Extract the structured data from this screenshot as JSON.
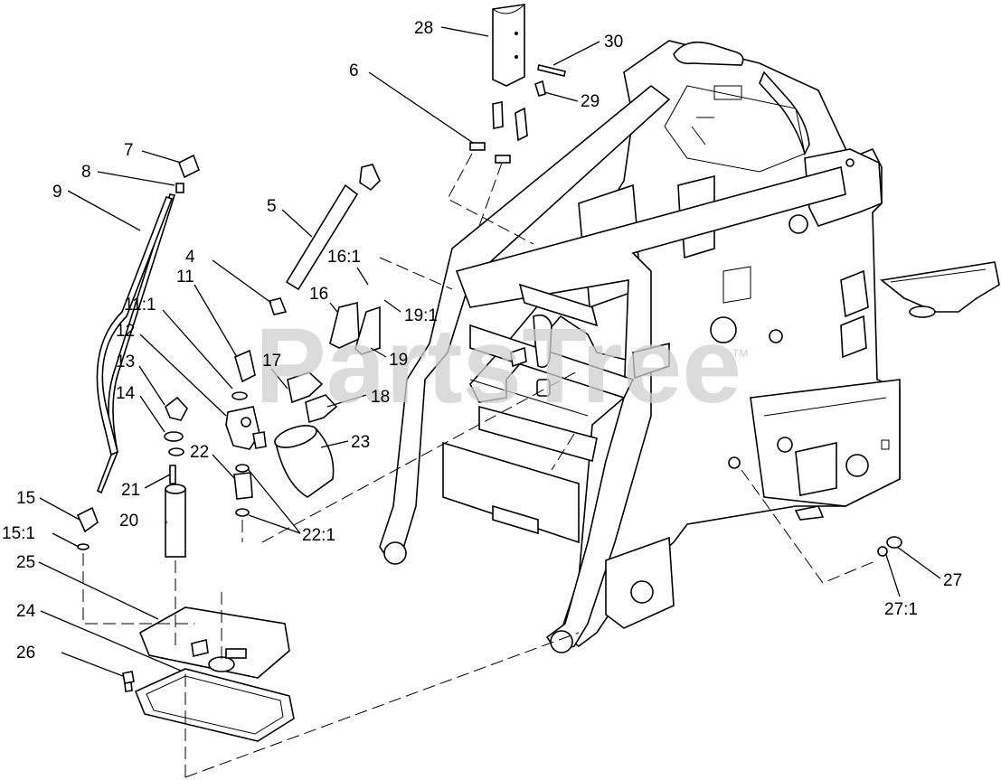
{
  "watermark": {
    "text": "PartsTree",
    "mark": "TM"
  },
  "callouts": [
    {
      "id": "28",
      "label": "28"
    },
    {
      "id": "30",
      "label": "30"
    },
    {
      "id": "6",
      "label": "6"
    },
    {
      "id": "29",
      "label": "29"
    },
    {
      "id": "7",
      "label": "7"
    },
    {
      "id": "8",
      "label": "8"
    },
    {
      "id": "9",
      "label": "9"
    },
    {
      "id": "5",
      "label": "5"
    },
    {
      "id": "4",
      "label": "4"
    },
    {
      "id": "16-1",
      "label": "16:1"
    },
    {
      "id": "11",
      "label": "11"
    },
    {
      "id": "16",
      "label": "16"
    },
    {
      "id": "19-1",
      "label": "19:1"
    },
    {
      "id": "11-1",
      "label": "11:1"
    },
    {
      "id": "12",
      "label": "12"
    },
    {
      "id": "17",
      "label": "17"
    },
    {
      "id": "19",
      "label": "19"
    },
    {
      "id": "13",
      "label": "13"
    },
    {
      "id": "18",
      "label": "18"
    },
    {
      "id": "14",
      "label": "14"
    },
    {
      "id": "23",
      "label": "23"
    },
    {
      "id": "22",
      "label": "22"
    },
    {
      "id": "21",
      "label": "21"
    },
    {
      "id": "15",
      "label": "15"
    },
    {
      "id": "20",
      "label": "20"
    },
    {
      "id": "22-1",
      "label": "22:1"
    },
    {
      "id": "15-1",
      "label": "15:1"
    },
    {
      "id": "25",
      "label": "25"
    },
    {
      "id": "27",
      "label": "27"
    },
    {
      "id": "24",
      "label": "24"
    },
    {
      "id": "27-1",
      "label": "27:1"
    },
    {
      "id": "26",
      "label": "26"
    }
  ]
}
